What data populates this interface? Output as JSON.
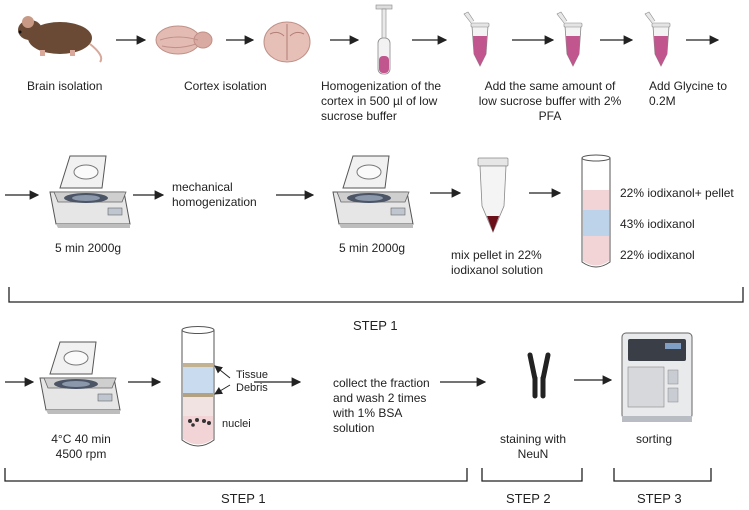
{
  "row1": {
    "brain_isolation": "Brain isolation",
    "cortex_isolation": "Cortex isolation",
    "homogenization": [
      "Homogenization of the",
      "cortex in 500 µl of low",
      "sucrose buffer"
    ],
    "add_buffer": [
      "Add the same amount of",
      "low sucrose buffer with 2%",
      "PFA"
    ],
    "add_glycine": [
      "Add Glycine to",
      "0.2M"
    ]
  },
  "row2": {
    "centrifuge1": "5 min  2000g",
    "mechanical": [
      "mechanical",
      "homogenization"
    ],
    "centrifuge2": "5 min  2000g",
    "mix_pellet": [
      "mix pellet in 22%",
      "iodixanol solution"
    ],
    "layer_top": "22% iodixanol+ pellet",
    "layer_mid": "43% iodixanol",
    "layer_bottom": "22% iodixanol",
    "step_label": "STEP 1"
  },
  "row3": {
    "centrifuge3": [
      "4°C 40 min",
      "4500 rpm"
    ],
    "tissue_debris": [
      "Tissue",
      "Debris"
    ],
    "nuclei": "nuclei",
    "collect": [
      "collect the fraction",
      "and wash 2 times",
      "with  1% BSA",
      "solution"
    ],
    "staining": [
      "staining with",
      "NeuN"
    ],
    "sorting": "sorting",
    "step1": "STEP 1",
    "step2": "STEP 2",
    "step3": "STEP 3"
  },
  "colors": {
    "tube_liquid": "#c0568d",
    "layer_pink": "#f2d4d6",
    "layer_blue": "#bcd3ea",
    "pellet": "#6b0f1a"
  }
}
